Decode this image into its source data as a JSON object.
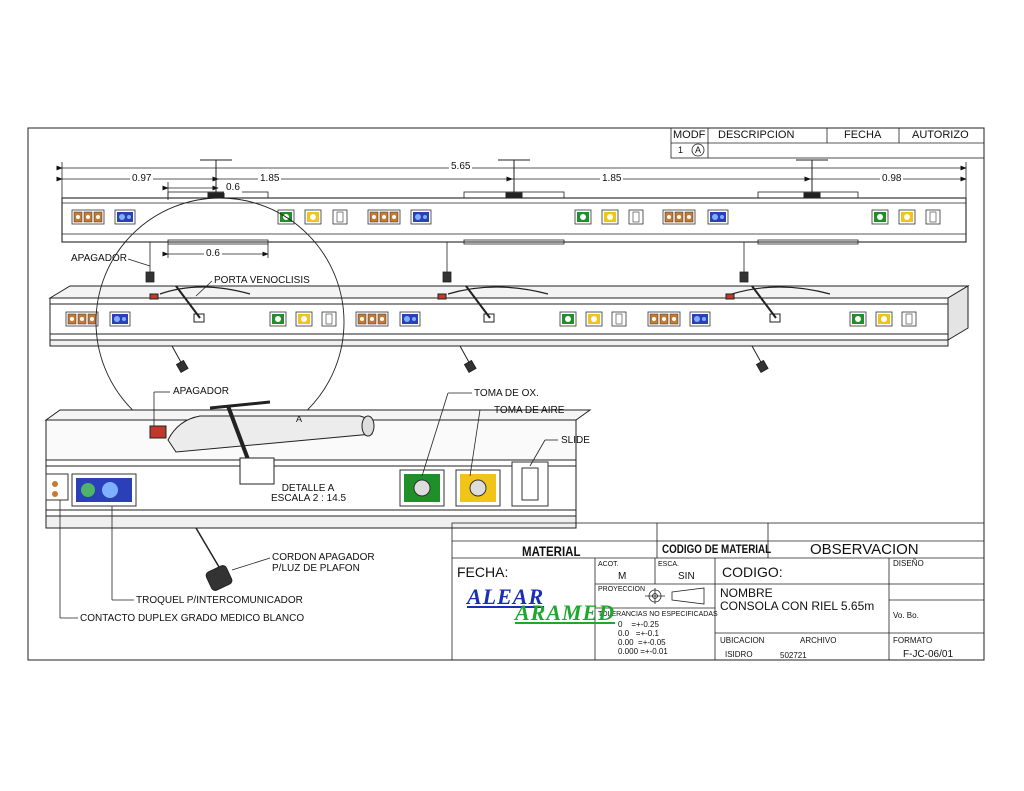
{
  "revision_table": {
    "headers": [
      "MODF",
      "DESCRIPCION",
      "FECHA",
      "AUTORIZO"
    ],
    "row": {
      "modf": "1",
      "rev": "A"
    }
  },
  "dimensions": {
    "total": "5.65",
    "left_end": "0.97",
    "span_left": "1.85",
    "span_right": "1.85",
    "right_end": "0.98",
    "offset_top": "0.6",
    "offset_bottom": "0.6"
  },
  "callouts": {
    "apagador_top": "APAGADOR",
    "porta_venoclisis": "PORTA VENOCLISIS",
    "apagador_detail": "APAGADOR",
    "toma_ox": "TOMA DE OX.",
    "toma_aire": "TOMA DE AIRE",
    "slide": "SLIDE",
    "detail_marker": "A",
    "detail_title": "DETALLE A",
    "detail_scale": "ESCALA 2 : 14.5",
    "cordon_line1": "CORDON APAGADOR",
    "cordon_line2": "P/LUZ DE PLAFON",
    "troquel": "TROQUEL P/INTERCOMUNICADOR",
    "contacto": "CONTACTO DUPLEX GRADO MEDICO BLANCO"
  },
  "title_block": {
    "material_label": "MATERIAL",
    "codigo_material_label": "CODIGO DE MATERIAL",
    "observacion_label": "OBSERVACION",
    "fecha_label": "FECHA:",
    "acot_label": "ACOT.",
    "acot_value": "M",
    "esca_label": "ESCA.",
    "esca_value": "SIN",
    "codigo_label": "CODIGO:",
    "diseno_label": "DISEÑO",
    "proyeccion_label": "PROYECCION",
    "tolerancias_label": "TOLERANCIAS NO ESPECIFICADAS",
    "tolerances": [
      "0    =+-0.25",
      "0.0   =+-0.1",
      "0.00  =+-0.05",
      "0.000 =+-0.01"
    ],
    "nombre_label": "NOMBRE",
    "nombre_value": "CONSOLA CON RIEL 5.65m",
    "vobo_label": "Vo. Bo.",
    "ubicacion_label": "UBICACION",
    "ubicacion_value": "ISIDRO",
    "archivo_label": "ARCHIVO",
    "archivo_value": "502721",
    "formato_label": "FORMATO",
    "formato_value": "F-JC-06/01",
    "logo_line1": "ALEAR",
    "logo_line2": "ARAMED"
  },
  "colors": {
    "line": "#222222",
    "oxygen_outlet": "#1f8f2a",
    "air_outlet": "#f0c419",
    "intercom_panel": "#2a3fb8",
    "duplex_contact": "#b5651d",
    "switch_red": "#c0392b",
    "logo_blue": "#1b2fb3",
    "logo_green": "#1ea82e"
  }
}
